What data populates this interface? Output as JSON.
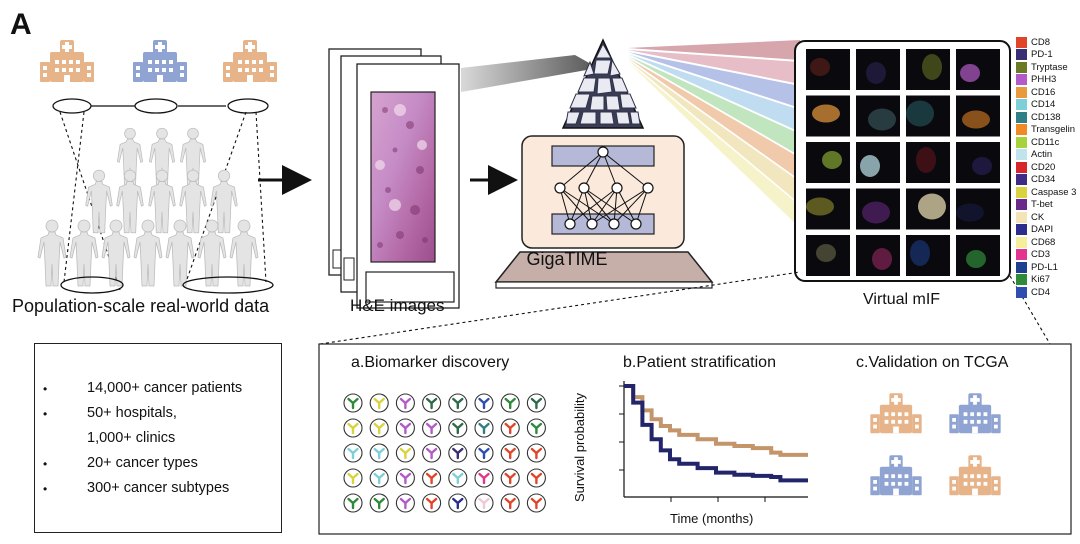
{
  "panel_letter": "A",
  "population": {
    "label": "Population-scale real-world data"
  },
  "he": {
    "label": "H&E images"
  },
  "model": {
    "label": "GigaTIME"
  },
  "mif": {
    "label": "Virtual mIF"
  },
  "legend": [
    {
      "name": "CD8",
      "color": "#e0452a"
    },
    {
      "name": "PD-1",
      "color": "#3a2f73"
    },
    {
      "name": "Tryptase",
      "color": "#6b7a24"
    },
    {
      "name": "PHH3",
      "color": "#b45ac8"
    },
    {
      "name": "CD16",
      "color": "#e89a3c"
    },
    {
      "name": "CD14",
      "color": "#7fcfd8"
    },
    {
      "name": "CD138",
      "color": "#2f7f86"
    },
    {
      "name": "Transgelin",
      "color": "#f08a24"
    },
    {
      "name": "CD11c",
      "color": "#a6d23b"
    },
    {
      "name": "Actin",
      "color": "#bfe4ec"
    },
    {
      "name": "CD20",
      "color": "#d8252b"
    },
    {
      "name": "CD34",
      "color": "#3d2b86"
    },
    {
      "name": "Caspase 3",
      "color": "#d8d33e"
    },
    {
      "name": "T-bet",
      "color": "#6b2a8a"
    },
    {
      "name": "CK",
      "color": "#f2e4b8"
    },
    {
      "name": "DAPI",
      "color": "#2b2e8c"
    },
    {
      "name": "CD68",
      "color": "#f6ee9a"
    },
    {
      "name": "CD3",
      "color": "#e2358f"
    },
    {
      "name": "PD-L1",
      "color": "#1f3f8f"
    },
    {
      "name": "Ki67",
      "color": "#2f8a3a"
    },
    {
      "name": "CD4",
      "color": "#2f4fb0"
    }
  ],
  "stats": [
    "14,000+ cancer patients",
    "50+ hospitals,",
    "1,000+ clinics",
    "20+ cancer types",
    "300+ cancer subtypes"
  ],
  "sections": {
    "a": "a.Biomarker discovery",
    "b": "b.Patient stratification",
    "c": "c.Validation on TCGA"
  },
  "survival": {
    "xlabel": "Time (months)",
    "ylabel": "Survival probability"
  },
  "colors": {
    "hospital_orange": "#e7b48a",
    "hospital_blue": "#8fa4d2",
    "curve_high": "#c4956a",
    "curve_low": "#23256b"
  },
  "chart_data": {
    "type": "line",
    "title": "",
    "xlabel": "Time (months)",
    "ylabel": "Survival probability",
    "ylim": [
      0,
      1
    ],
    "series": [
      {
        "x": [
          0,
          0.05,
          0.1,
          0.15,
          0.2,
          0.25,
          0.3,
          0.4,
          0.5,
          0.6,
          0.7,
          0.8,
          0.85,
          1.0
        ],
        "values": [
          1.0,
          0.9,
          0.78,
          0.7,
          0.64,
          0.6,
          0.56,
          0.52,
          0.48,
          0.46,
          0.44,
          0.4,
          0.38,
          0.38
        ]
      },
      {
        "x": [
          0,
          0.05,
          0.1,
          0.15,
          0.2,
          0.25,
          0.3,
          0.4,
          0.5,
          0.6,
          0.7,
          0.8,
          0.85,
          1.0
        ],
        "values": [
          1.0,
          0.85,
          0.65,
          0.52,
          0.42,
          0.34,
          0.3,
          0.26,
          0.22,
          0.2,
          0.19,
          0.18,
          0.15,
          0.15
        ]
      }
    ]
  }
}
